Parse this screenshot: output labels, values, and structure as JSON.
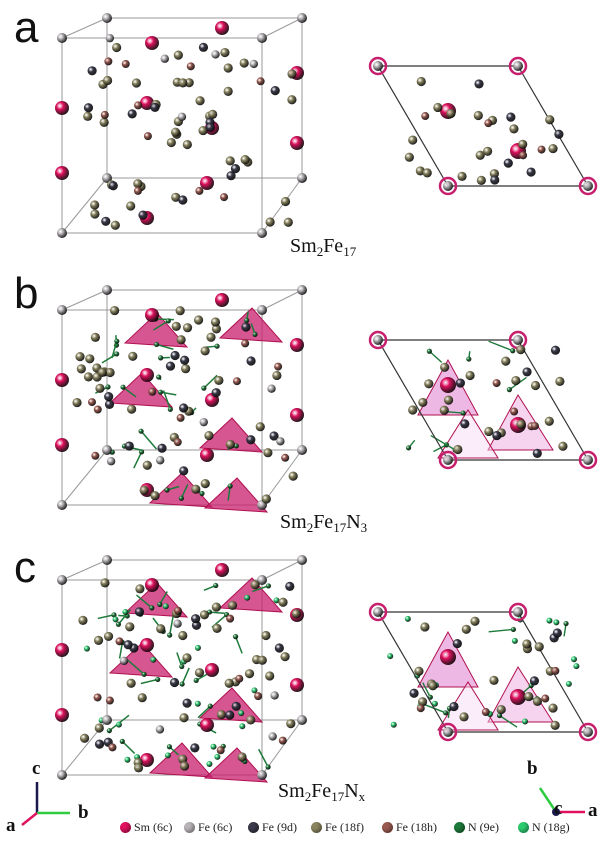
{
  "panels": [
    {
      "label": "a",
      "formula": {
        "base": "Sm",
        "s1": "2",
        "fe": "Fe",
        "s2": "17",
        "n": "",
        "s3": ""
      }
    },
    {
      "label": "b",
      "formula": {
        "base": "Sm",
        "s1": "2",
        "fe": "Fe",
        "s2": "17",
        "n": "N",
        "s3": "3"
      }
    },
    {
      "label": "c",
      "formula": {
        "base": "Sm",
        "s1": "2",
        "fe": "Fe",
        "s2": "17",
        "n": "N",
        "s3": "x"
      }
    }
  ],
  "legend": [
    {
      "label": "Sm (6c)",
      "color": "#e0115f"
    },
    {
      "label": "Fe (6c)",
      "color": "#b8b4b8"
    },
    {
      "label": "Fe (9d)",
      "color": "#3a3a4a"
    },
    {
      "label": "Fe (18f)",
      "color": "#8a8560"
    },
    {
      "label": "Fe (18h)",
      "color": "#9a5a50"
    },
    {
      "label": "N (9e)",
      "color": "#1e7a3a"
    },
    {
      "label": "N (18g)",
      "color": "#2ecc71"
    }
  ],
  "axes_left": {
    "c": "c",
    "a": "a",
    "b": "b",
    "c_color": "#1a1a4a",
    "a_color": "#e0115f",
    "b_color": "#2ecc40"
  },
  "axes_right": {
    "b": "b",
    "c": "c",
    "a": "a"
  }
}
